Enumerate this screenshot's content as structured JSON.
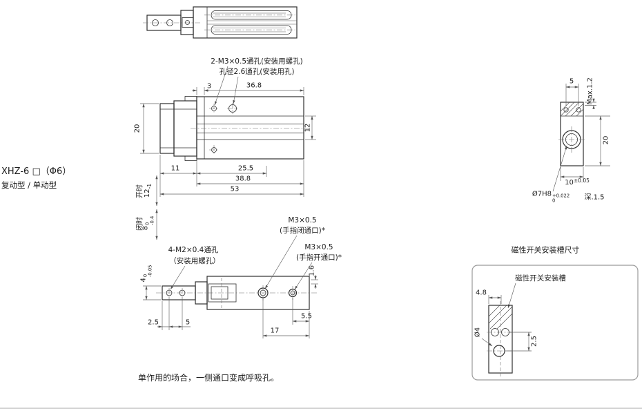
{
  "page": {
    "model": "XHZ-6 □（Φ6）",
    "variant": "复动型 / 单动型",
    "note": "单作用的场合，一侧通口变成呼吸孔。"
  },
  "front_view": {
    "callout_m3": "2-M3×0.5通孔(安装用螺孔)",
    "callout_26": "孔径2.6通孔(安装用孔)",
    "dim_3": "3",
    "dim_368": "36.8",
    "dim_20": "20",
    "dim_12": "12",
    "dim_11": "11",
    "dim_255": "25.5",
    "dim_388": "38.8",
    "dim_53": "53",
    "open_label": "开时",
    "open_val": "12",
    "open_tol": "-1",
    "closed_label": "闭时",
    "closed_val": "8",
    "closed_tol_up": "0",
    "closed_tol_dn": "-0.4"
  },
  "side_view": {
    "dim_5": "5",
    "dim_max": "Max.1.2",
    "dim_20": "20",
    "dim_10": "10",
    "dim_10_tol": "±0.05",
    "bore": "Ø7H8",
    "bore_tol_up": "+0.022",
    "bore_tol_dn": "0",
    "depth": "深.1.5"
  },
  "bottom_view": {
    "callout_close_1": "M3×0.5",
    "callout_close_2": "(手指闭通口)*",
    "callout_open_1": "M3×0.5",
    "callout_open_2": "(手指开通口)*",
    "callout_m2_1": "4-M2×0.4通孔",
    "callout_m2_2": "（安装用螺孔）",
    "dim_4": "4",
    "dim_4_tol_up": "0",
    "dim_4_tol_dn": "-0.05",
    "dim_16": "1.6",
    "dim_25": "2.5",
    "dim_5": "5",
    "dim_55": "5.5",
    "dim_17": "17"
  },
  "switch_box": {
    "title": "磁性开关安装槽尺寸",
    "label": "磁性开关安装槽",
    "dim_48": "4.8",
    "dim_d4": "Ø4",
    "dim_25": "2.5"
  },
  "colors": {
    "line": "#2e2e2e",
    "dimension": "#606060",
    "background": "#ffffff"
  }
}
